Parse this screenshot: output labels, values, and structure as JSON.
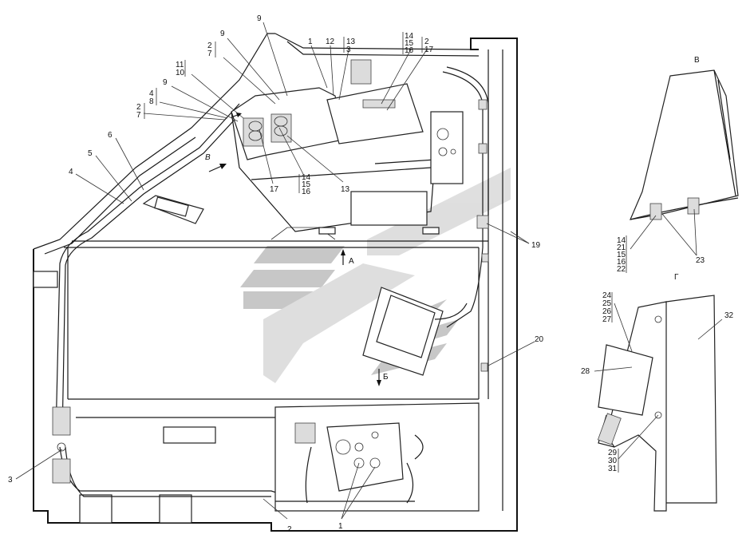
{
  "views": {
    "v": "В",
    "g": "Г",
    "a": "А",
    "b": "Б",
    "b_arrow": "В"
  },
  "callouts": {
    "c1_top": "1",
    "c12": "12",
    "c13_3_top": "13",
    "c13_3_bot": "3",
    "c14_top": "14",
    "c15_top": "15",
    "c16_top": "16",
    "c2_17_top": "2",
    "c2_17_bot": "17",
    "c9_a": "9",
    "c9_b": "9",
    "c9_c": "9",
    "c2_7a_top": "2",
    "c2_7a_bot": "7",
    "c11": "11",
    "c10": "10",
    "c4": "4",
    "c8": "8",
    "c2_7b_top": "2",
    "c2_7b_bot": "7",
    "c6": "6",
    "c5": "5",
    "c4_left": "4",
    "c17": "17",
    "c14_bot": "14",
    "c15_bot": "15",
    "c16_bot": "16",
    "c13_bot": "13",
    "c19": "19",
    "c20": "20",
    "c3": "3",
    "c2_bottom": "2",
    "c1_bottom": "1",
    "c14_v": "14",
    "c21": "21",
    "c15_v": "15",
    "c16_v": "16",
    "c22": "22",
    "c23": "23",
    "c24": "24",
    "c25": "25",
    "c26": "26",
    "c27": "27",
    "c28": "28",
    "c29": "29",
    "c30": "30",
    "c31": "31",
    "c32": "32"
  },
  "colors": {
    "line": "#1a1a1a",
    "watermark": "#b4b4b4",
    "background": "#ffffff"
  }
}
